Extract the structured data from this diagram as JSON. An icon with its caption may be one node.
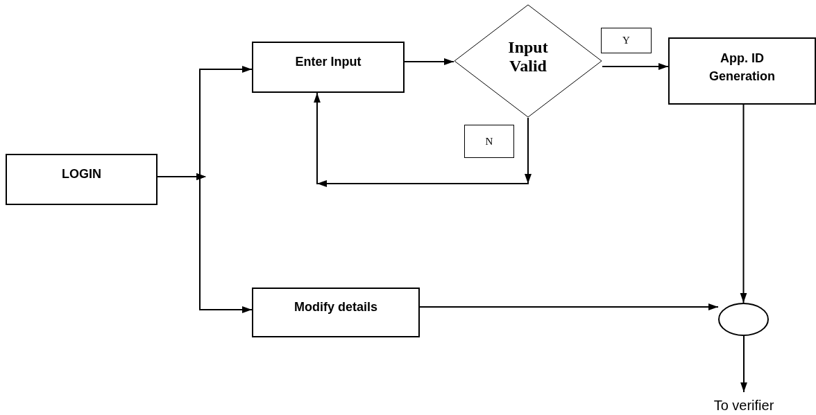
{
  "diagram": {
    "nodes": [
      {
        "text": [
          "LOGIN"
        ]
      },
      {
        "text": [
          "Enter Input"
        ]
      },
      {
        "text": [
          "Input Valid"
        ]
      },
      {
        "text": [
          "Y"
        ]
      },
      {
        "text": [
          "App. ID Generation"
        ]
      },
      {
        "text": [
          "N"
        ]
      },
      {
        "text": [
          "Modify details"
        ]
      },
      {
        "text": [],
        "shape": "circle"
      },
      {
        "text": [
          "To verifier"
        ]
      }
    ],
    "edges": [
      {
        "from": 0,
        "to": 1,
        "arrow": "to"
      },
      {
        "from": 0,
        "to": 6,
        "arrow": "to"
      },
      {
        "from": 1,
        "to": 2,
        "arrow": "to"
      },
      {
        "from": 2,
        "to": 4,
        "arrow": "to"
      },
      {
        "from": 2,
        "to": 1,
        "arrow": "to"
      },
      {
        "from": 4,
        "to": 7,
        "arrow": "to"
      },
      {
        "from": 6,
        "to": 7,
        "arrow": "to"
      },
      {
        "from": 7,
        "to": 8,
        "arrow": "to"
      }
    ]
  }
}
